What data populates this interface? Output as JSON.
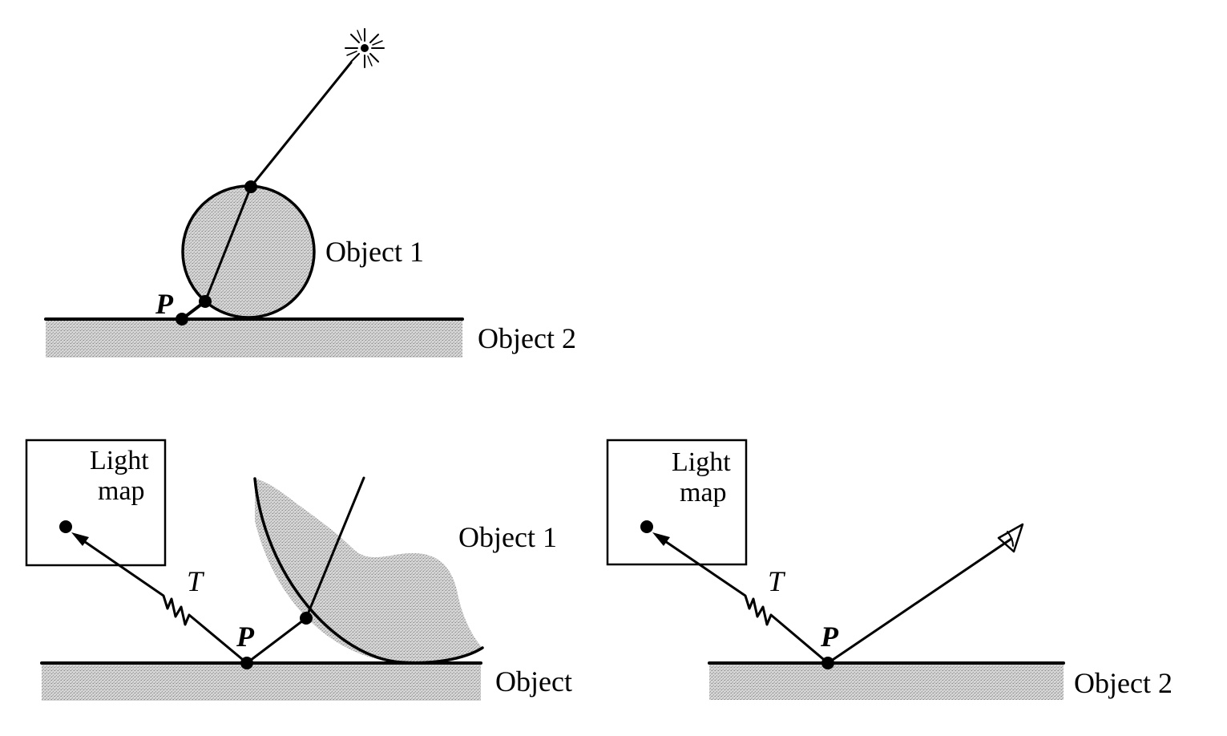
{
  "top_panel": {
    "object1_label": "Object 1",
    "object2_label": "Object 2",
    "point_label": "P"
  },
  "bottom_left_panel": {
    "lightmap_line1": "Light",
    "lightmap_line2": "map",
    "t_label": "T",
    "point_label": "P",
    "object1_label": "Object 1",
    "object_label": "Object"
  },
  "bottom_right_panel": {
    "lightmap_line1": "Light",
    "lightmap_line2": "map",
    "t_label": "T",
    "point_label": "P",
    "object2_label": "Object 2"
  },
  "colors": {
    "ink": "#000000",
    "shade": "#c8c8c8",
    "background": "#ffffff"
  }
}
